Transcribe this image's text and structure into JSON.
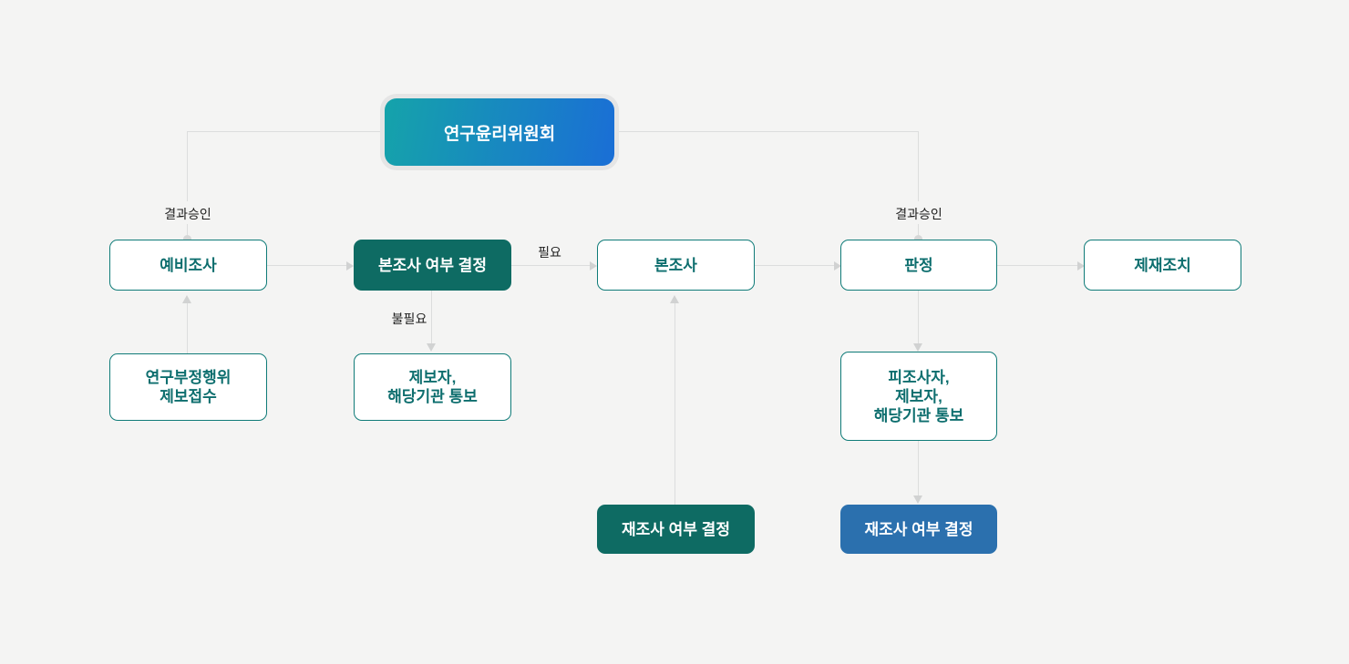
{
  "colors": {
    "background": "#f4f4f3",
    "teal_border": "#0f7b78",
    "teal_text": "#0d6e6e",
    "dark_teal_fill": "#0e6b63",
    "blue_fill": "#2b70ae",
    "root_gradient_start": "#15a3aa",
    "root_gradient_end": "#1a6ed6",
    "connector": "#dcdddd"
  },
  "flowchart": {
    "root": {
      "label": "연구윤리위원회"
    },
    "edge_labels": {
      "approval_left": "결과승인",
      "approval_right": "결과승인",
      "required": "필요",
      "not_required": "불필요"
    },
    "nodes": {
      "preliminary": {
        "label": "예비조사"
      },
      "report_reception": {
        "label": "연구부정행위\n제보접수"
      },
      "main_decision": {
        "label": "본조사 여부 결정"
      },
      "informant_notice": {
        "label": "제보자,\n해당기관 통보"
      },
      "main_investigation": {
        "label": "본조사"
      },
      "reinvestigation_after_main": {
        "label": "재조사 여부 결정"
      },
      "judgment": {
        "label": "판정"
      },
      "subject_notice": {
        "label": "피조사자,\n제보자,\n해당기관 통보"
      },
      "reinvestigation_after_judgment": {
        "label": "재조사 여부 결정"
      },
      "sanctions": {
        "label": "제재조치"
      }
    }
  }
}
